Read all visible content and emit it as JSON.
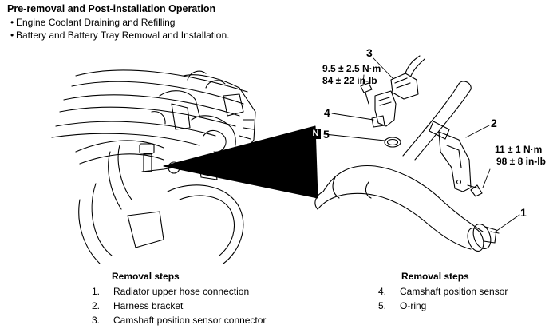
{
  "pre": {
    "title": "Pre-removal and Post-installation Operation",
    "items": [
      "Engine Coolant Draining and Refilling",
      "Battery and Battery Tray Removal and Installation."
    ]
  },
  "torque": {
    "t1_metric": "9.5 ± 2.5 N·m",
    "t1_imperial": "84 ± 22 in-lb",
    "t2_metric": "11 ± 1 N·m",
    "t2_imperial": "98 ± 8 in-lb"
  },
  "callouts": {
    "c1": "1",
    "c2": "2",
    "c3": "3",
    "c4": "4",
    "c5": "5",
    "n_mark": "N"
  },
  "steps": {
    "left_heading": "Removal steps",
    "right_heading": "Removal steps",
    "left": [
      {
        "num": "1.",
        "text": "Radiator upper hose connection"
      },
      {
        "num": "2.",
        "text": "Harness bracket"
      },
      {
        "num": "3.",
        "text": "Camshaft position sensor connector"
      }
    ],
    "right": [
      {
        "num": "4.",
        "text": "Camshaft position sensor"
      },
      {
        "num": "5.",
        "text": "O-ring"
      }
    ]
  }
}
